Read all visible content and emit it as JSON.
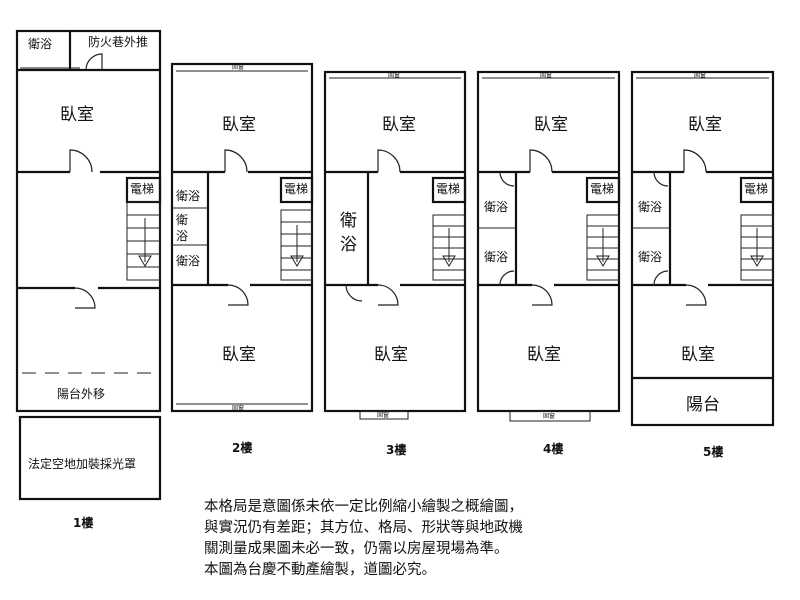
{
  "labels": {
    "bathroom": "衛浴",
    "bathroom_top": "衛",
    "bathroom_bottom": "浴",
    "fire_lane": "防火巷外推",
    "bedroom": "臥室",
    "elevator": "電梯",
    "balcony_moved": "陽台外移",
    "skylight": "法定空地加裝採光罩",
    "balcony": "陽台",
    "window": "固窗"
  },
  "floors": [
    {
      "label": "1樓"
    },
    {
      "label": "2樓"
    },
    {
      "label": "3樓"
    },
    {
      "label": "4樓"
    },
    {
      "label": "5樓"
    }
  ],
  "disclaimer": [
    "本格局是意圖係未依一定比例縮小繪製之概繪圖，",
    "與實況仍有差距；其方位、格局、形狀等與地政機",
    "關測量成果圖未必一致，仍需以房屋現場為準。",
    "本圖為台慶不動產繪製，道圖必究。"
  ]
}
